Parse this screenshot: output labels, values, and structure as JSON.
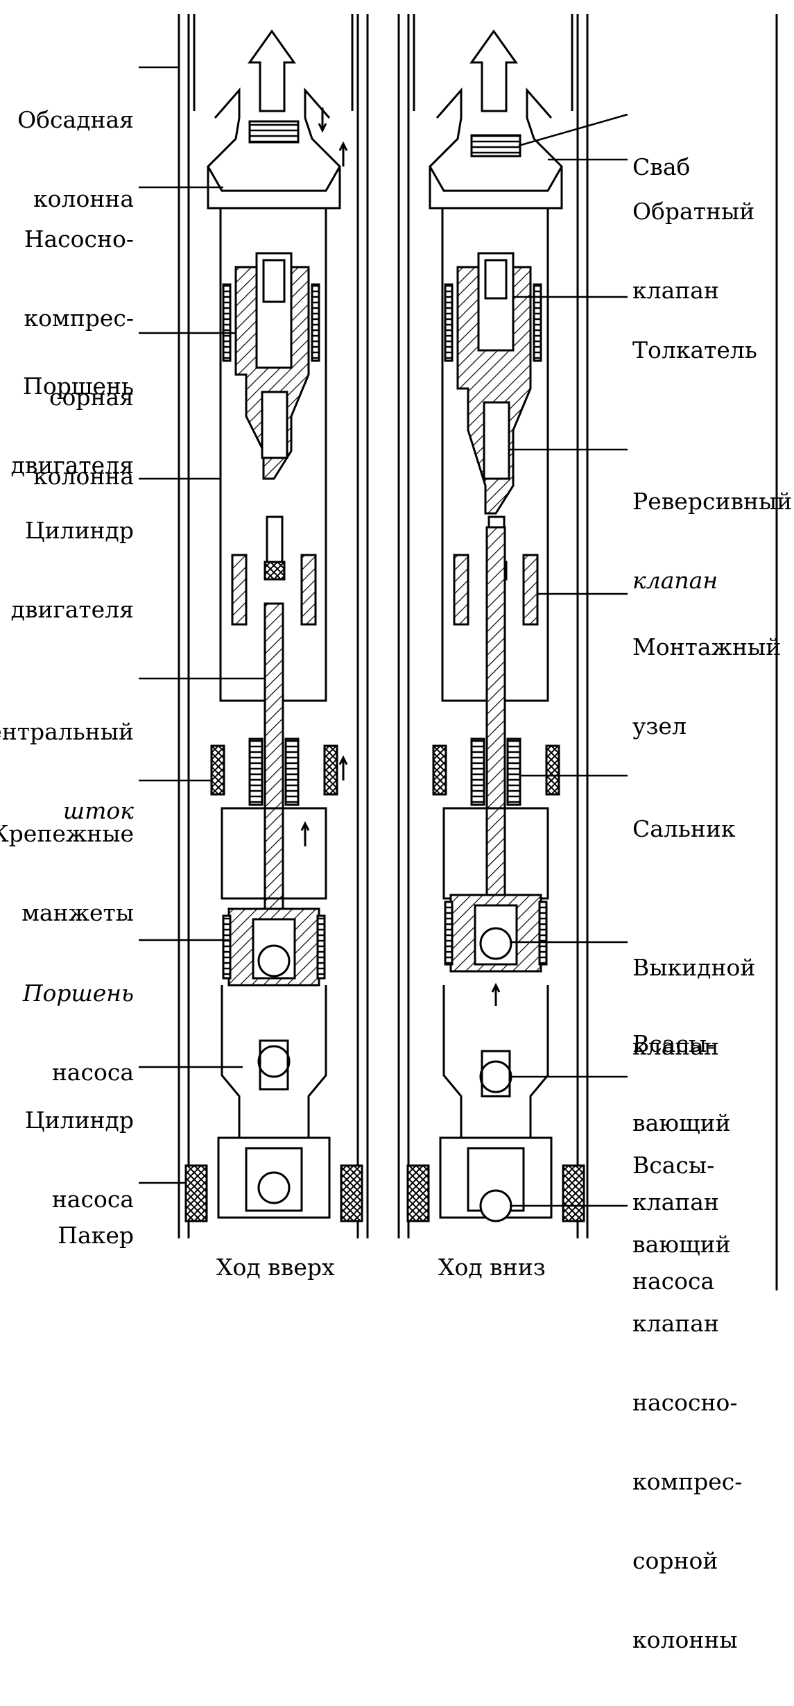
{
  "labels_left": [
    {
      "id": "obsadnaya",
      "lines": [
        "Обсадная",
        "колонна"
      ],
      "italic_line": -1
    },
    {
      "id": "nkt",
      "lines": [
        "Насосно-",
        "компрес-",
        "сорная",
        "колонна"
      ],
      "italic_line": -1
    },
    {
      "id": "porshen-dvig",
      "lines": [
        "Поршень",
        "двигателя"
      ],
      "italic_line": -1
    },
    {
      "id": "cil-dvig",
      "lines": [
        "Цилиндр",
        "двигателя"
      ],
      "italic_line": -1
    },
    {
      "id": "shtok",
      "lines": [
        "ентральный",
        "шток"
      ],
      "italic_line": 1
    },
    {
      "id": "manzhety",
      "lines": [
        "Крепежные",
        "манжеты"
      ],
      "italic_line": -1
    },
    {
      "id": "porshen-nasosa",
      "lines": [
        "Поршень",
        "насоса"
      ],
      "italic_line": 0
    },
    {
      "id": "cil-nasosa",
      "lines": [
        "Цилиндр",
        "насоса"
      ],
      "italic_line": -1
    },
    {
      "id": "paker",
      "lines": [
        "Пакер"
      ],
      "italic_line": -1
    }
  ],
  "labels_right": [
    {
      "id": "svab",
      "lines": [
        "Сваб"
      ],
      "italic_line": -1
    },
    {
      "id": "obratny",
      "lines": [
        "Обратный",
        "клапан"
      ],
      "italic_line": -1
    },
    {
      "id": "tolkatel",
      "lines": [
        "Толкатель"
      ],
      "italic_line": -1
    },
    {
      "id": "reversivny",
      "lines": [
        "Реверсивный",
        "клапан"
      ],
      "italic_line": 1
    },
    {
      "id": "montazhny",
      "lines": [
        "Монтажный",
        "узел"
      ],
      "italic_line": -1
    },
    {
      "id": "salnik",
      "lines": [
        "Сальник"
      ],
      "italic_line": -1
    },
    {
      "id": "vykidnoy",
      "lines": [
        "Выкидной",
        "клапан"
      ],
      "italic_line": -1
    },
    {
      "id": "vsas-nasos",
      "lines": [
        "Всасы-",
        "вающий",
        "клапан",
        "насоса"
      ],
      "italic_line": -1
    },
    {
      "id": "vsas-nkt",
      "lines": [
        "Всасы-",
        "вающий",
        "клапан",
        "насосно-",
        "компрес-",
        "сорной",
        "колонны"
      ],
      "italic_line": -1
    }
  ],
  "captions": {
    "left": "Ход вверх",
    "right": "Ход вниз"
  }
}
